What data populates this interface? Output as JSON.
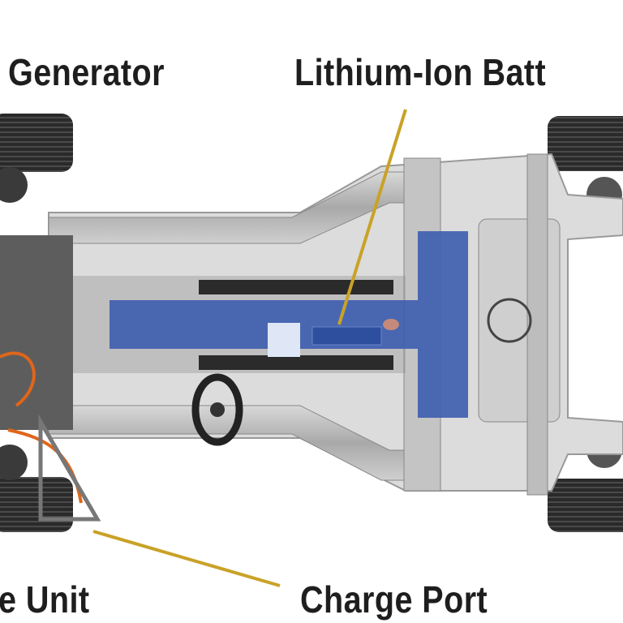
{
  "labels": {
    "generator": "Generator",
    "battery": "Lithium-Ion Batt",
    "drive_unit": "e Unit",
    "charge_port": "Charge Port"
  },
  "colors": {
    "leader_line": "#c9a227",
    "battery": "#3f5fb0",
    "frame": "#b9b9b9",
    "tire": "#262626",
    "wiring": "#e0661a"
  }
}
